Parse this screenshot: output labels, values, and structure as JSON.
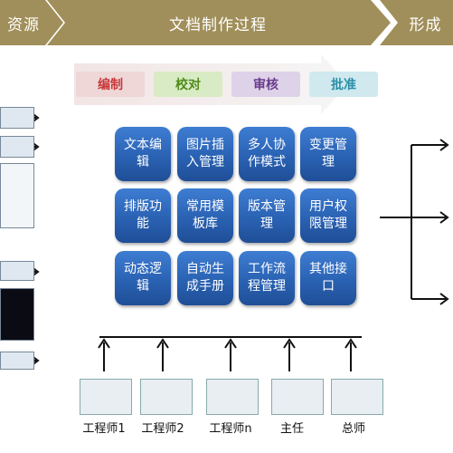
{
  "header": {
    "left_label": "资源",
    "center_label": "文档制作过程",
    "right_label": "形成"
  },
  "steps": [
    {
      "label": "编制",
      "color": "#c8373a",
      "bg": "#eed7d6"
    },
    {
      "label": "校对",
      "color": "#4f8a1a",
      "bg": "#d9ebc4"
    },
    {
      "label": "审核",
      "color": "#6a3b8c",
      "bg": "#ded2e8"
    },
    {
      "label": "批准",
      "color": "#2a8fa8",
      "bg": "#cfe9ef"
    }
  ],
  "functions": [
    [
      "文本编辑",
      "图片插入管理",
      "多人协作模式",
      "变更管理"
    ],
    [
      "排版功能",
      "常用模板库",
      "版本管理",
      "用户权限管理"
    ],
    [
      "动态逻辑",
      "自动生成手册",
      "工作流程管理",
      "其他接口"
    ]
  ],
  "people": [
    "工程师1",
    "工程师2",
    "工程师n",
    "主任",
    "总师"
  ],
  "colors": {
    "banner": "#a08f5a",
    "cell": "#2a62b3"
  }
}
